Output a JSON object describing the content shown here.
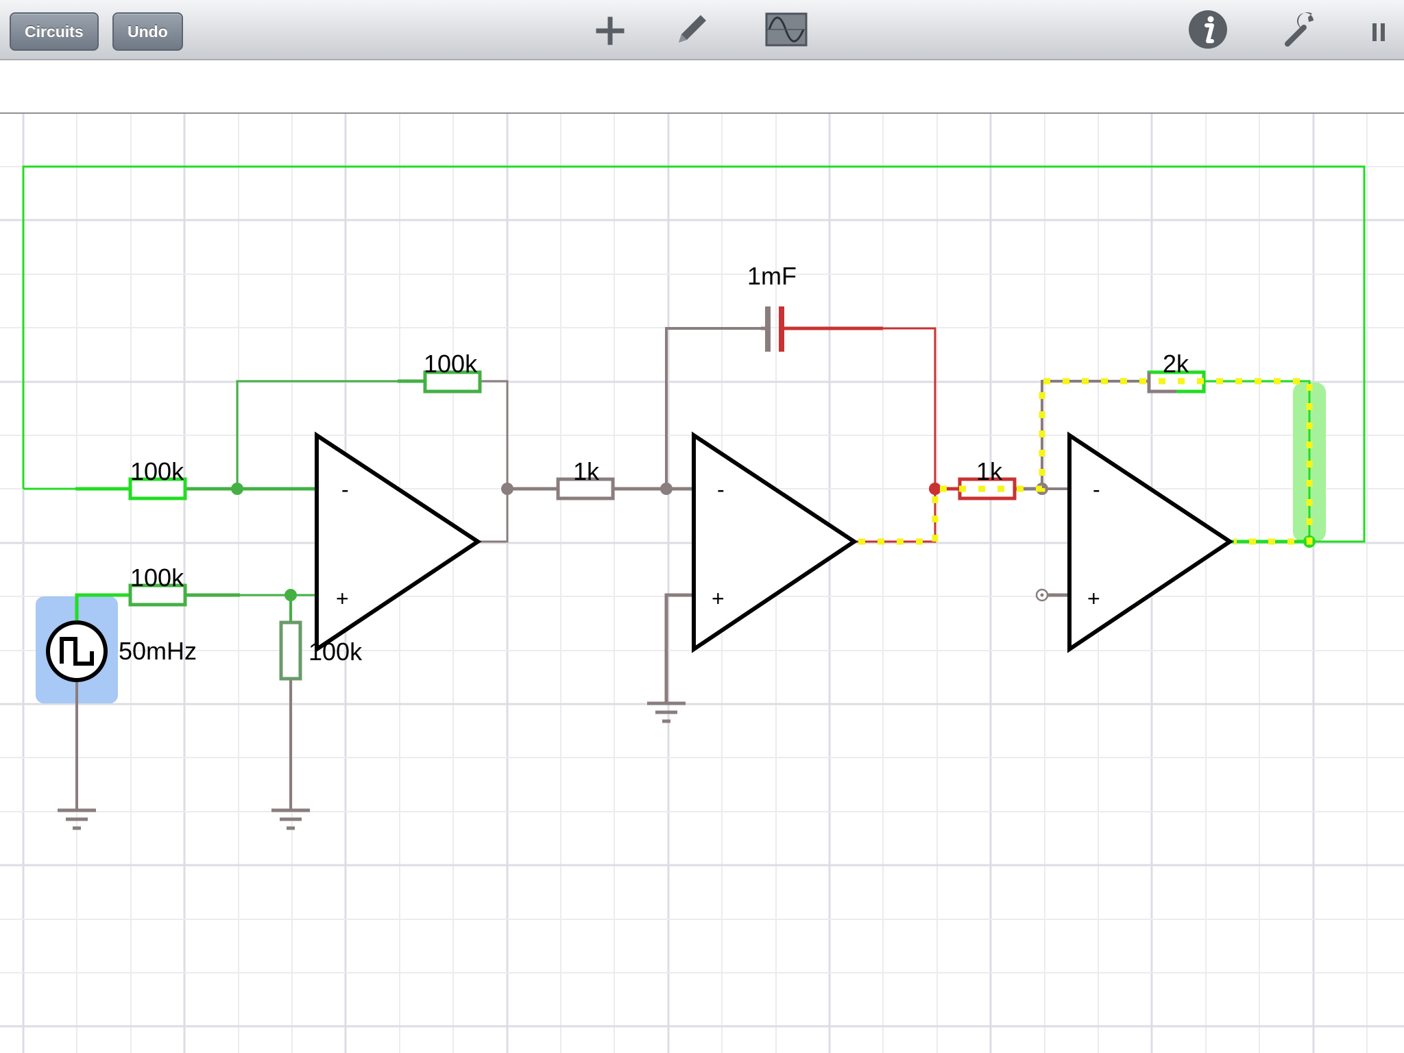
{
  "toolbar": {
    "circuits_label": "Circuits",
    "undo_label": "Undo",
    "icons": [
      "plus-icon",
      "pencil-icon",
      "scope-icon",
      "info-icon",
      "wrench-icon",
      "pause-icon"
    ]
  },
  "colors": {
    "active_wire": "#22dd22",
    "mid_wire": "#44b044",
    "neutral_wire": "#8a7d7d",
    "hot_wire": "#c83232",
    "current_dots": "#f5f51a",
    "selection": "#a8c8f5"
  },
  "components": {
    "r_input": "100k",
    "r_feedback": "100k",
    "r_source": "100k",
    "r_ground": "100k",
    "source_freq": "50mHz",
    "r_integrator_in": "1k",
    "capacitor": "1mF",
    "r_comparator_in": "1k",
    "r_comparator_fb": "2k"
  },
  "opamp": {
    "minus": "-",
    "plus": "+"
  }
}
